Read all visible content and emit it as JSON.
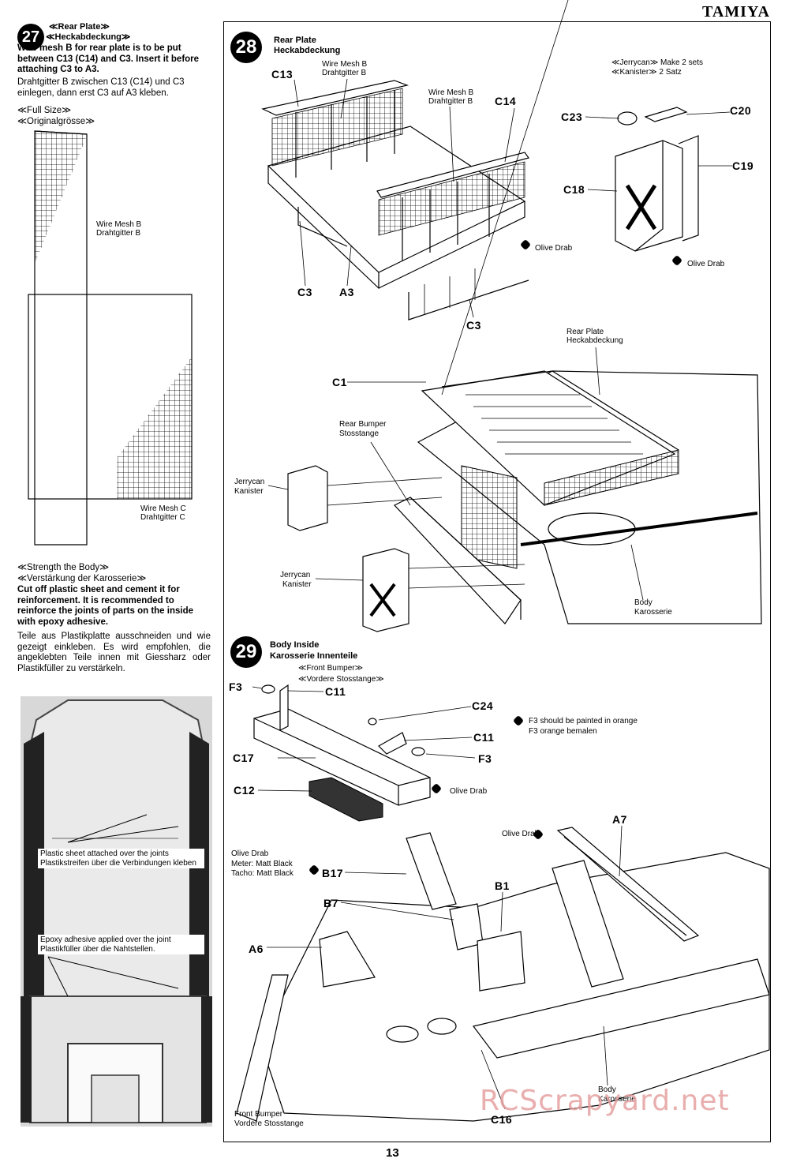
{
  "brand": "TAMIYA",
  "page_number": "13",
  "watermark": "RCScrapyard.net",
  "step27": {
    "number": "27",
    "title_en": "≪Rear Plate≫",
    "title_de": "≪Heckabdeckung≫",
    "text_en": "Wire mesh B for rear plate is to be put between C13 (C14) and C3. Insert it before attaching C3 to A3.",
    "text_de": "Drahtgitter B zwischen C13 (C14) und C3 einlegen, dann erst C3 auf A3 kleben.",
    "fullsize_en": "≪Full Size≫",
    "fullsize_de": "≪Originalgrösse≫",
    "mesh_b_en": "Wire Mesh B",
    "mesh_b_de": "Drahtgitter B",
    "mesh_c_en": "Wire Mesh C",
    "mesh_c_de": "Drahtgitter C"
  },
  "strength": {
    "title_en": "≪Strength the Body≫",
    "title_de": "≪Verstärkung der Karosserie≫",
    "text_en": "Cut off plastic sheet and cement it for reinforcement. It is recommended to reinforce the joints of parts on the inside with epoxy adhesive.",
    "text_de": "Teile aus Plastikplatte ausschneiden und wie gezeigt einkleben. Es wird empfohlen, die angeklebten Teile innen mit Giessharz oder Plastikfüller zu verstärkeln.",
    "note1_en": "Plastic sheet attached over the joints",
    "note1_de": "Plastikstreifen über die Verbindungen kleben",
    "note2_en": "Epoxy adhesive applied over the joint",
    "note2_de": "Plastikfüller über die Nahtstellen."
  },
  "step28": {
    "number": "28",
    "title_en": "Rear Plate",
    "title_de": "Heckabdeckung",
    "labels": {
      "c13": "C13",
      "c14": "C14",
      "c3a": "C3",
      "a3": "A3",
      "c3b": "C3",
      "mesh_b1_en": "Wire Mesh B",
      "mesh_b1_de": "Drahtgitter B",
      "mesh_b2_en": "Wire Mesh B",
      "mesh_b2_de": "Drahtgitter B",
      "olive1": "Olive Drab"
    },
    "jerrycan": {
      "note_en": "≪Jerrycan≫ Make 2 sets",
      "note_de": "≪Kanister≫ 2 Satz",
      "c23": "C23",
      "c20": "C20",
      "c18": "C18",
      "c19": "C19",
      "olive2": "Olive Drab"
    },
    "assembly": {
      "c1": "C1",
      "rear_plate_en": "Rear Plate",
      "rear_plate_de": "Heckabdeckung",
      "rear_bumper_en": "Rear Bumper",
      "rear_bumper_de": "Stosstange",
      "jerrycan1_en": "Jerrycan",
      "jerrycan1_de": "Kanister",
      "jerrycan2_en": "Jerrycan",
      "jerrycan2_de": "Kanister",
      "body_en": "Body",
      "body_de": "Karosserie"
    }
  },
  "step29": {
    "number": "29",
    "title_en": "Body Inside",
    "title_de": "Karosserie Innenteile",
    "front_bumper_en": "≪Front Bumper≫",
    "front_bumper_de": "≪Vordere Stosstange≫",
    "labels": {
      "f3a": "F3",
      "c11a": "C11",
      "c24": "C24",
      "c11b": "C11",
      "f3b": "F3",
      "c17": "C17",
      "c12": "C12",
      "olive3": "Olive Drab",
      "f3_note_en": "F3 should be painted in orange",
      "f3_note_de": "F3 orange bemalen",
      "olive4": "Olive Drab",
      "a7": "A7",
      "paint_note1": "Olive Drab",
      "paint_note2": "Meter: Matt Black",
      "paint_note3": "Tacho: Matt Black",
      "b17": "B17",
      "b7": "B7",
      "b1": "B1",
      "a6": "A6",
      "body_en": "Body",
      "body_de": "Karosserie",
      "front_bumper2_en": "Front Bumper",
      "front_bumper2_de": "Vordere Stosstange",
      "c16": "C16"
    }
  }
}
